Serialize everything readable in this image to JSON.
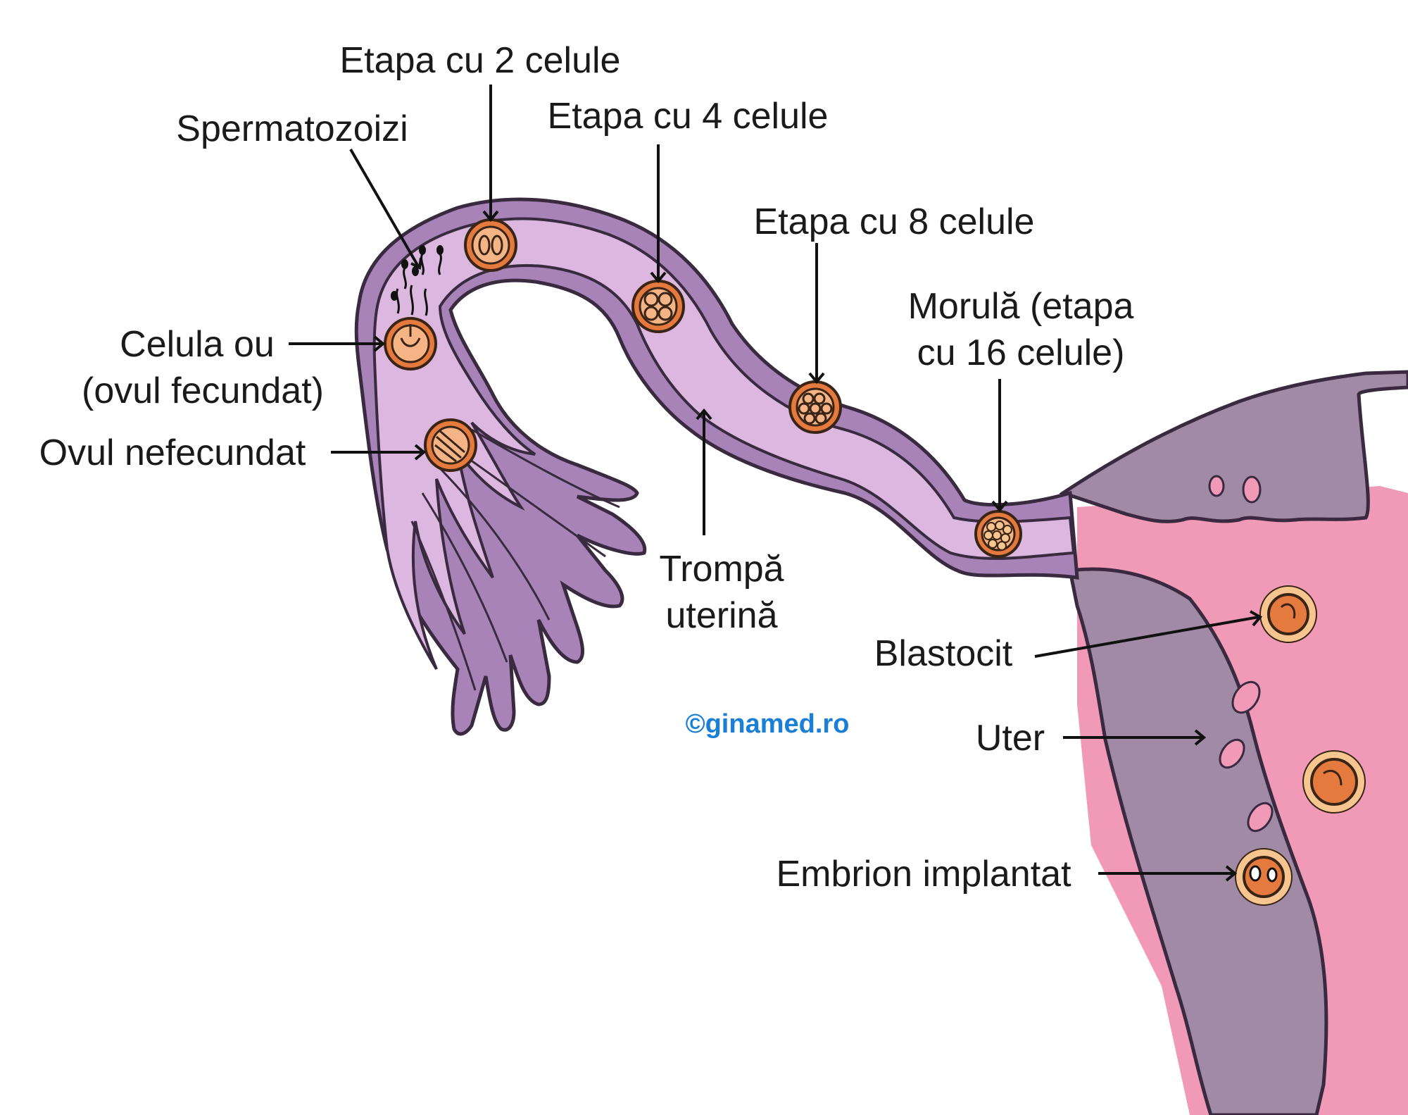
{
  "labels": {
    "two_cell": "Etapa cu 2 celule",
    "sperm": "Spermatozoizi",
    "four_cell": "Etapa cu 4 celule",
    "eight_cell": "Etapa cu 8 celule",
    "morula_line1": "Morulă (etapa",
    "morula_line2": "cu 16 celule)",
    "egg_line1": "Celula ou",
    "egg_line2": "(ovul fecundat)",
    "unfertilized": "Ovul nefecundat",
    "tube_line1": "Trompă",
    "tube_line2": "uterină",
    "blastocyst": "Blastocit",
    "uterus": "Uter",
    "implanted": "Embrion implantat"
  },
  "credit": "©ginamed.ro",
  "colors": {
    "tube_outer": "#a783b8",
    "tube_inner": "#dcb8e0",
    "uterus_wall": "#a08aa6",
    "endometrium": "#f09ab8",
    "cells": "#e57a3e",
    "credit": "#1a7fd6"
  }
}
